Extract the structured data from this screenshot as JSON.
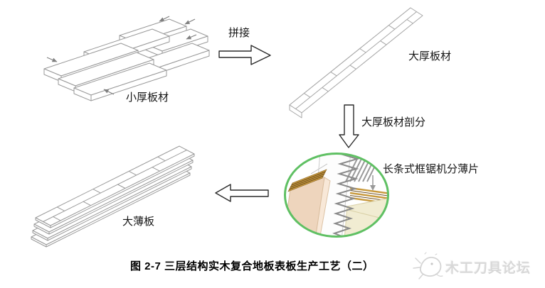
{
  "figure": {
    "caption": "图 2-7 三层结构实木复合地板表板生产工艺（二）"
  },
  "labels": {
    "small_thick_boards": "小厚板材",
    "splice_step": "拼接",
    "large_thick_board": "大厚板材",
    "split_step": "大厚板材剖分",
    "saw_detail": "长条式框锯机分薄片",
    "large_thin_board": "大薄板"
  },
  "watermark": {
    "text": "木工刀具论坛",
    "logo": "whale-doodle-icon"
  },
  "icons": {
    "splice_arrow": "arrow-right-outline",
    "split_arrow": "arrow-down-outline",
    "return_arrow": "arrow-left-outline",
    "press_arrows": "small-gray-press-arrows",
    "saw_feed_arrow": "small-gray-down-arrow",
    "saw_blade": "frame-saw-zigzag-blade"
  },
  "colors": {
    "background": "#ffffff",
    "line_art": "#999999",
    "arrow_outline": "#2a2a2a",
    "circle_accent": "#5fc063",
    "wood_face": "#eed5bd",
    "veneer_gold": "#c89a3e",
    "veneer_dark": "#6b4c1d",
    "wood_cream": "#f1ecd2",
    "watermark_gray": "#d8d8d8"
  }
}
